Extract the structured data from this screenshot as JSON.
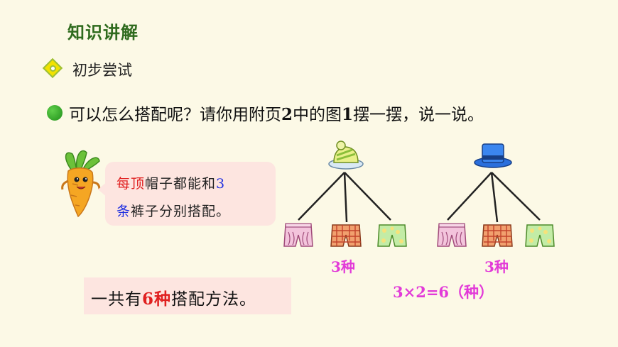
{
  "header": {
    "title": "知识讲解",
    "subtitle": "初步尝试"
  },
  "question": {
    "part1": "可以怎么搭配呢？请你用附页",
    "num1": "2",
    "part2": "中的图",
    "num2": "1",
    "part3": "摆一摆，说一说。"
  },
  "bubble": {
    "line1_a": "每顶",
    "line1_b": "帽子都能和",
    "line1_c": "3",
    "line2_a": "条",
    "line2_b": "裤子分别搭配。"
  },
  "answer": {
    "part1": "一共有",
    "num": "6种",
    "part2": "搭配方法。"
  },
  "counts": {
    "left": "3种",
    "right": "3种"
  },
  "formula": "3×2=6（种）",
  "colors": {
    "title_green": "#2f6b1e",
    "highlight_red": "#e02020",
    "highlight_blue": "#2030e0",
    "magenta": "#e23ad8",
    "bubble_bg": "#fde5e0"
  }
}
